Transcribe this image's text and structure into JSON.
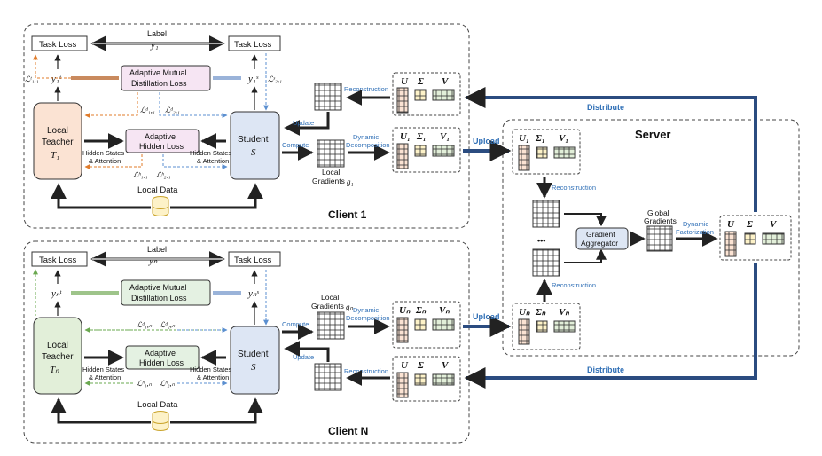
{
  "client1": {
    "title": "Client 1",
    "label_caption": "Label",
    "label_symbol": "y₁",
    "task_loss_left": "Task Loss",
    "task_loss_right": "Task Loss",
    "teacher_pred": "y₁ᵗ",
    "student_pred": "y₁ˢ",
    "amd_line1": "Adaptive Mutual",
    "amd_line2": "Distillation Loss",
    "ah_line1": "Adaptive",
    "ah_line2": "Hidden Loss",
    "teacher_line1": "Local",
    "teacher_line2": "Teacher",
    "teacher_symbol": "T₁",
    "student_line1": "Student",
    "student_symbol": "S",
    "hidden_left_1": "Hidden States",
    "hidden_left_2": "& Attention",
    "hidden_right_1": "Hidden States",
    "hidden_right_2": "& Attention",
    "local_data": "Local Data",
    "loss_task_t": "ℒᵗ₁,₁",
    "loss_task_s": "ℒˢ₂,₁",
    "loss_dist_t": "ℒᵈ₁,₁",
    "loss_dist_s": "ℒᵈ₂,₁",
    "loss_hid_t": "ℒʰ₁,₁",
    "loss_hid_s": "ℒʰ₂,₁",
    "update": "Update",
    "compute": "Compute",
    "reconstruction": "Reconstruction",
    "dynamic_decomposition_1": "Dynamic",
    "dynamic_decomposition_2": "Decomposition",
    "local_gradients_1": "Local",
    "local_gradients_2": "Gradients",
    "gradient_symbol": "g₁",
    "top_U": "U",
    "top_Sigma": "Σ",
    "top_V": "V",
    "dec_U": "U₁",
    "dec_Sigma": "Σ₁",
    "dec_V": "V₁"
  },
  "clientN": {
    "title": "Client N",
    "label_caption": "Label",
    "label_symbol": "yₙ",
    "task_loss_left": "Task Loss",
    "task_loss_right": "Task Loss",
    "teacher_pred": "yₙᵗ",
    "student_pred": "yₙˢ",
    "amd_line1": "Adaptive Mutual",
    "amd_line2": "Distillation Loss",
    "ah_line1": "Adaptive",
    "ah_line2": "Hidden Loss",
    "teacher_line1": "Local",
    "teacher_line2": "Teacher",
    "teacher_symbol": "Tₙ",
    "student_line1": "Student",
    "student_symbol": "S",
    "hidden_left_1": "Hidden States",
    "hidden_left_2": "& Attention",
    "hidden_right_1": "Hidden States",
    "hidden_right_2": "& Attention",
    "local_data": "Local Data",
    "loss_dist_t": "ℒᵈ₁,ₙ",
    "loss_dist_s": "ℒᵈ₂,ₙ",
    "loss_hid_t": "ℒʰ₁,ₙ",
    "loss_hid_s": "ℒʰ₂,ₙ",
    "update": "Update",
    "compute": "Compute",
    "reconstruction": "Reconstruction",
    "dynamic_decomposition_1": "Dynamic",
    "dynamic_decomposition_2": "Decomposition",
    "local_gradients_1": "Local",
    "local_gradients_2": "Gradients",
    "gradient_symbol": "gₙ",
    "dec_U": "Uₙ",
    "dec_Sigma": "Σₙ",
    "dec_V": "Vₙ",
    "bot_U": "U",
    "bot_Sigma": "Σ",
    "bot_V": "V"
  },
  "server": {
    "title": "Server",
    "in1_U": "U₁",
    "in1_Sigma": "Σ₁",
    "in1_V": "V₁",
    "inN_U": "Uₙ",
    "inN_Sigma": "Σₙ",
    "inN_V": "Vₙ",
    "reconstruction_top": "Reconstruction",
    "reconstruction_bottom": "Reconstruction",
    "ellipsis": "•••",
    "aggregator_1": "Gradient",
    "aggregator_2": "Aggregator",
    "global_1": "Global",
    "global_2": "Gradients",
    "dyn_fact_1": "Dynamic",
    "dyn_fact_2": "Factorization",
    "out_U": "U",
    "out_Sigma": "Σ",
    "out_V": "V"
  },
  "links": {
    "upload_top": "Upload",
    "upload_bottom": "Upload",
    "distribute_top": "Distribute",
    "distribute_bottom": "Distribute"
  },
  "colors": {
    "orange": "#e07b2a",
    "blue_text": "#2f6fb6",
    "green_dash": "#6aa84f",
    "teacher1_fill": "#fbe3d3",
    "teacherN_fill": "#e2efd9",
    "student_fill": "#dde6f4",
    "distill_fill": "#f6e5f3",
    "distillN_fill": "#e4f1e2"
  }
}
